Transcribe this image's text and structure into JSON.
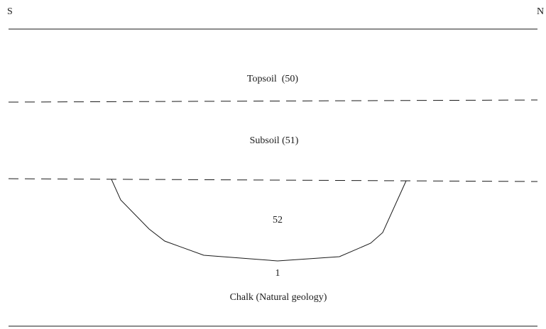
{
  "orientation": {
    "left": "S",
    "right": "N"
  },
  "layers": {
    "topsoil": "Topsoil  (50)",
    "subsoil": "Subsoil (51)",
    "feature_fill": "52",
    "feature_cut": "1",
    "natural": "Chalk (Natural geology)"
  },
  "colors": {
    "line": "#1a1a1a",
    "background": "#ffffff"
  }
}
